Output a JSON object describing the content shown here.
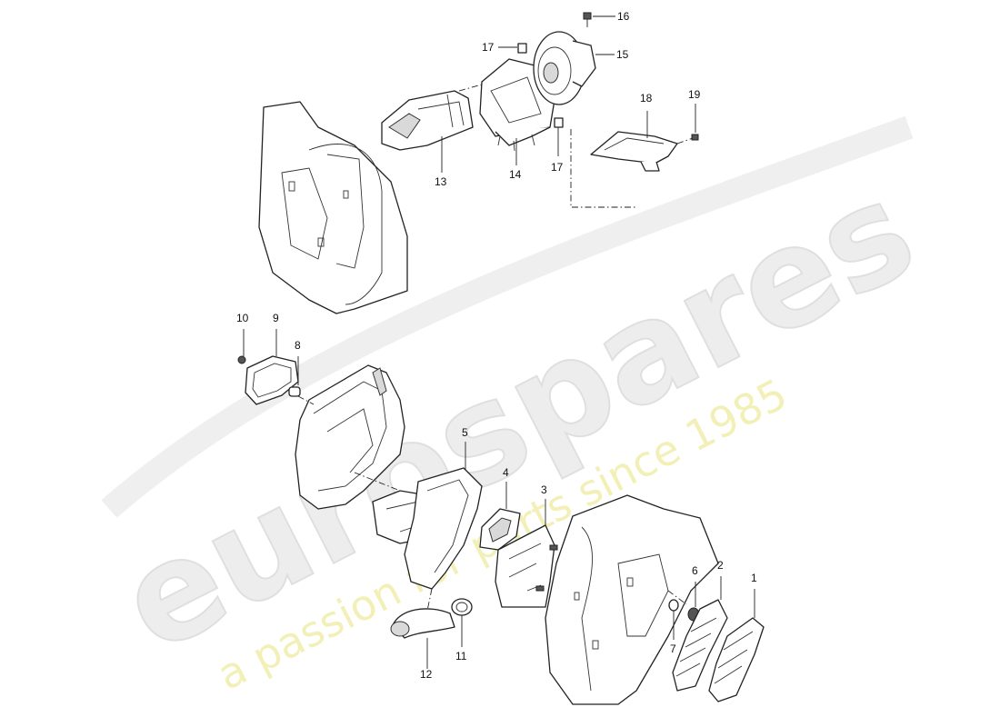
{
  "watermark": {
    "logo_text": "eurospares",
    "tagline": "a passion for parts since 1985"
  },
  "callouts": {
    "c1": "1",
    "c2": "2",
    "c3": "3",
    "c4": "4",
    "c5": "5",
    "c6": "6",
    "c7": "7",
    "c8": "8",
    "c9": "9",
    "c10": "10",
    "c11": "11",
    "c12": "12",
    "c13": "13",
    "c14": "14",
    "c15": "15",
    "c16": "16",
    "c17a": "17",
    "c17b": "17",
    "c18": "18",
    "c19": "19"
  }
}
